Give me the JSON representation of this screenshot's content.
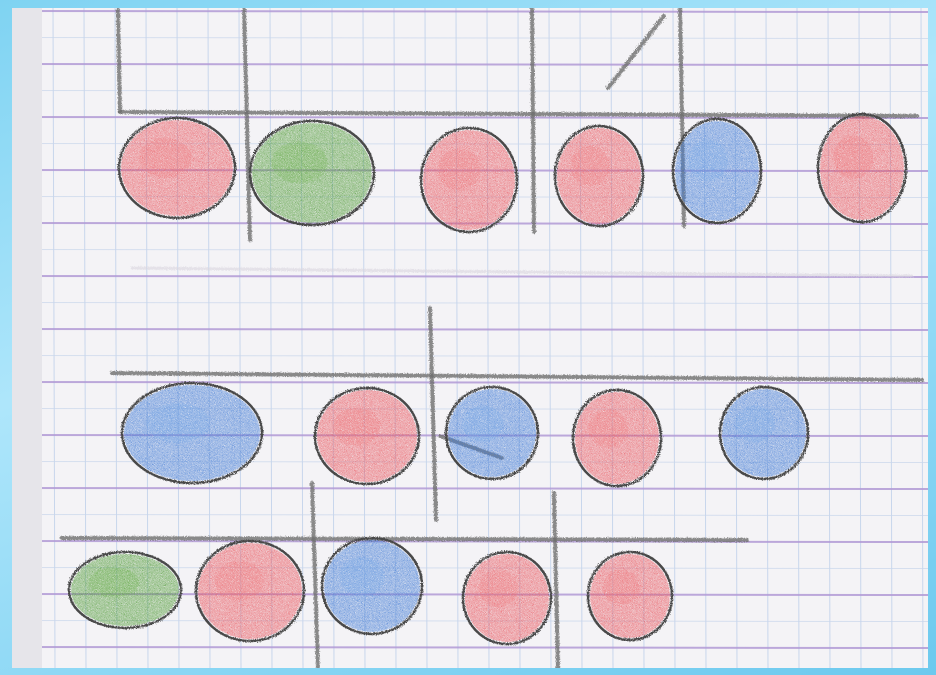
{
  "scene": {
    "description_tag": "child-drawing-colored-circles-on-grid-paper",
    "colors": {
      "red": "#e8545c",
      "red_light": "#ee7c80",
      "green": "#4f9a36",
      "blue": "#3d78d4",
      "blue_light": "#79a9e6",
      "outline": "#4a4a4a",
      "pencil": "#6f6f6f",
      "grid_blue": "#c8d6ec",
      "grid_purple": "#b29ad6",
      "sky": "#7fd3f2"
    },
    "rows": [
      {
        "sequence": [
          "red",
          "green",
          "red",
          "red",
          "blue",
          "red"
        ]
      },
      {
        "sequence": [
          "blue",
          "red",
          "blue",
          "red",
          "blue"
        ]
      },
      {
        "sequence": [
          "green",
          "red",
          "blue",
          "red",
          "red"
        ]
      }
    ]
  }
}
